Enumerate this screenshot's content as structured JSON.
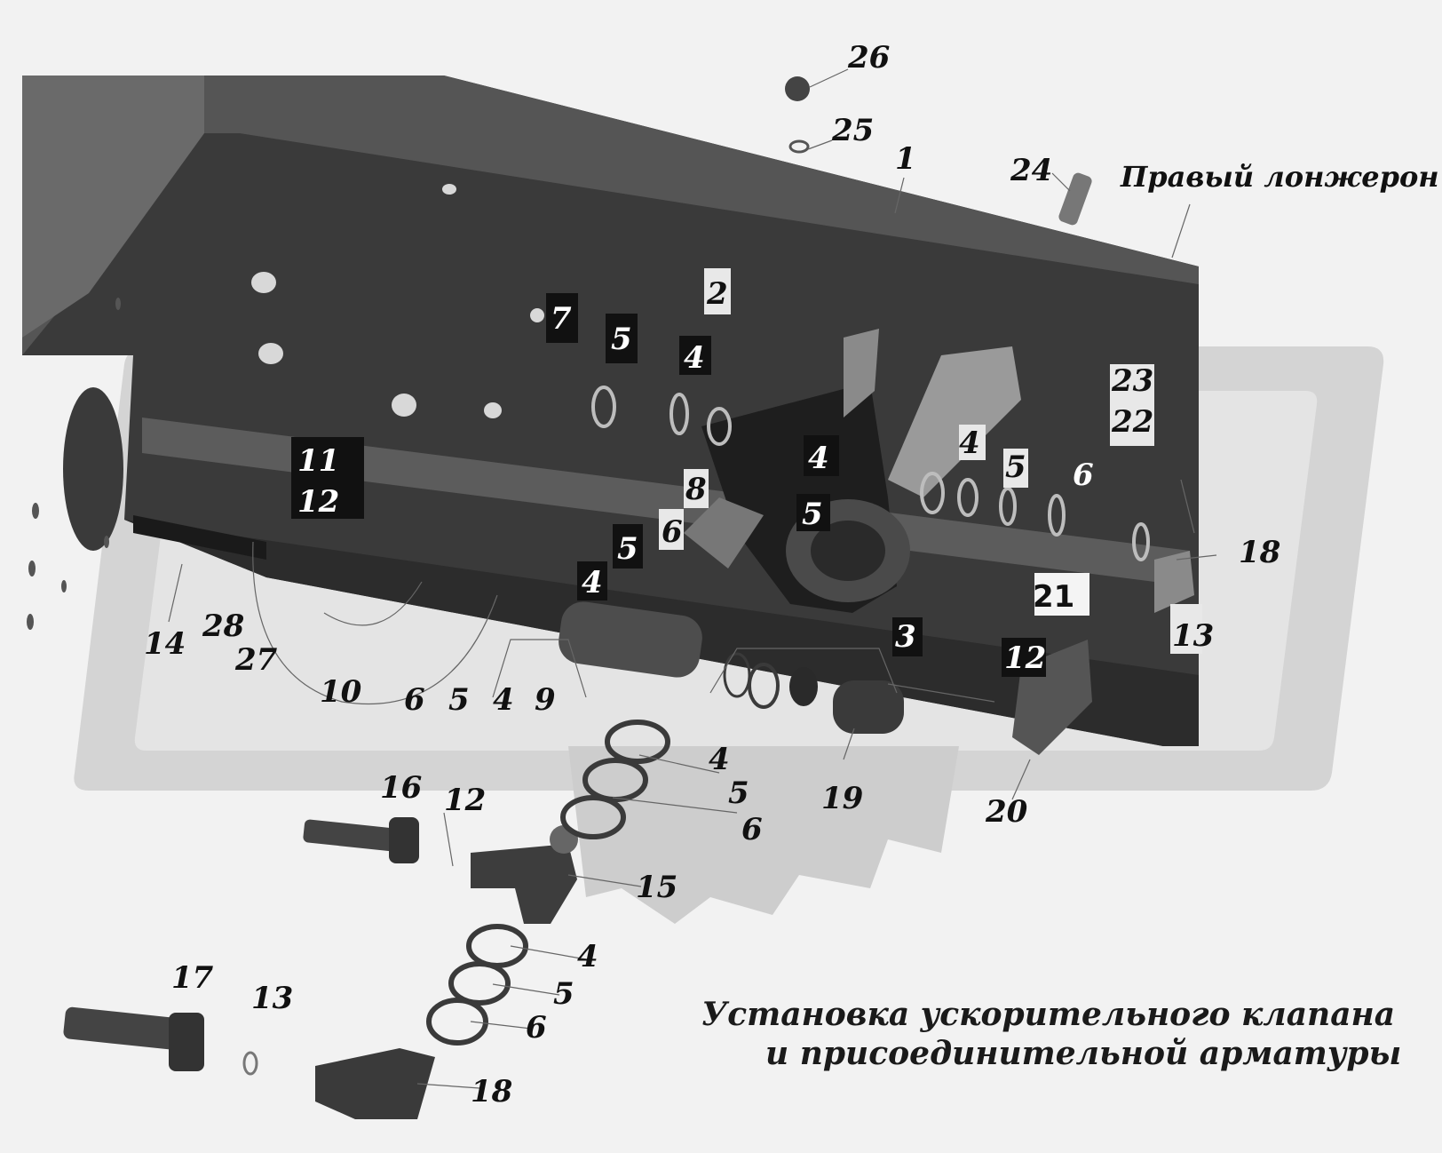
{
  "frame_side_label": "Правый лонжерон",
  "caption": {
    "line1": "Установка ускорительного клапана",
    "line2": "и присоединительной арматуры"
  },
  "part_labels": {
    "p1": "1",
    "p2": "2",
    "p3": "3",
    "p4a": "4",
    "p4b": "4",
    "p4c": "4",
    "p4d": "4",
    "p4e": "4",
    "p4f": "4",
    "p5a": "5",
    "p5b": "5",
    "p5c": "5",
    "p5d": "5",
    "p5e": "5",
    "p5f": "5",
    "p5g": "5",
    "p6a": "6",
    "p6b": "6",
    "p6c": "6",
    "p6d": "6",
    "p6e": "6",
    "p7": "7",
    "p8": "8",
    "p9": "9",
    "p10": "10",
    "p11": "11",
    "p12a": "12",
    "p12b": "12",
    "p12c": "12",
    "p13a": "13",
    "p13b": "13",
    "p14": "14",
    "p15": "15",
    "p16": "16",
    "p17": "17",
    "p18a": "18",
    "p18b": "18",
    "p19": "19",
    "p20": "20",
    "p21": "21",
    "p22": "22",
    "p23": "23",
    "p24": "24",
    "p25": "25",
    "p26": "26",
    "p27": "27",
    "p28": "28"
  },
  "colors": {
    "frame": "#3c3c3c",
    "frame_dark": "#262626",
    "background": "#f2f2f2",
    "watermark": "#d2d2d2"
  }
}
